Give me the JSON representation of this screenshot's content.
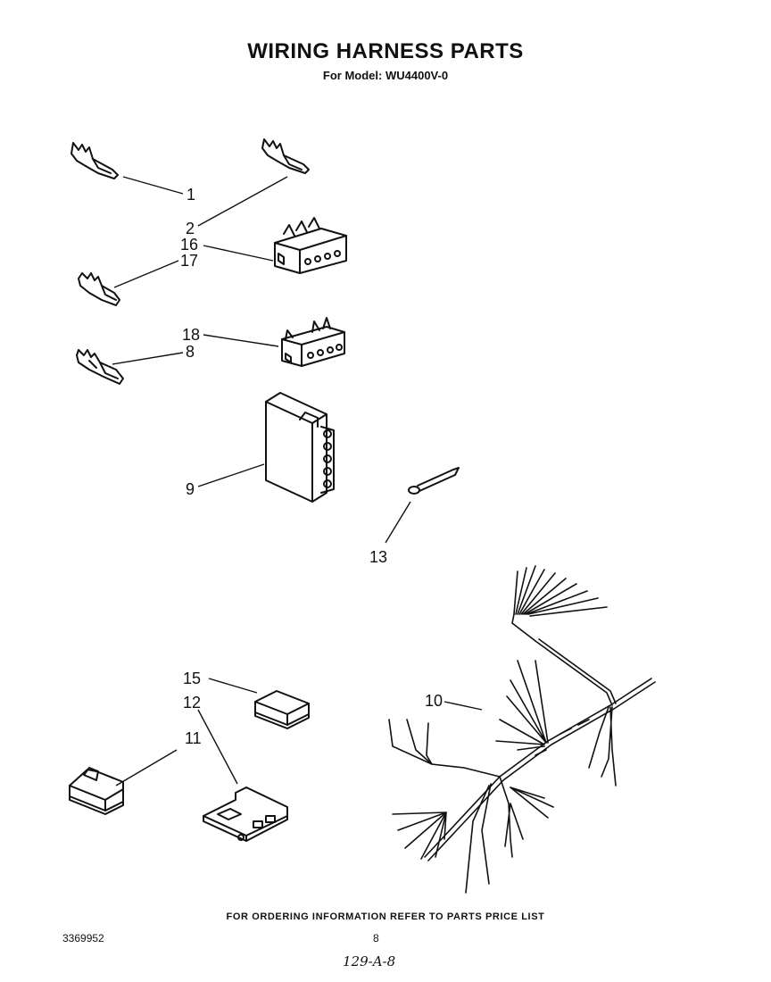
{
  "header": {
    "title": "WIRING HARNESS PARTS",
    "subtitle": "For Model: WU4400V-0"
  },
  "callouts": {
    "c1": "1",
    "c2": "2",
    "c16": "16",
    "c17": "17",
    "c18": "18",
    "c8": "8",
    "c9": "9",
    "c13": "13",
    "c10": "10",
    "c15": "15",
    "c12": "12",
    "c11": "11"
  },
  "footer": {
    "ordering_note": "FOR ORDERING INFORMATION REFER TO PARTS PRICE LIST",
    "document_number": "3369952",
    "page_number": "8",
    "handwritten_code": "129-A-8"
  }
}
